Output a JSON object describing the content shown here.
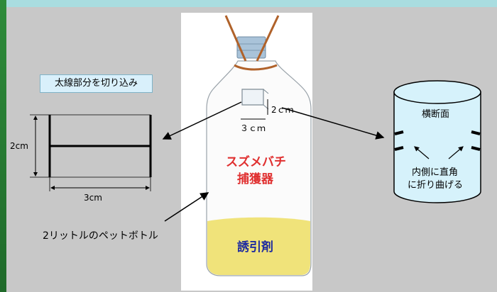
{
  "cut_label": "太線部分を切り込み",
  "dim_height": "2cm",
  "dim_width": "3cm",
  "bottle_dim_height": "2ｃｍ",
  "bottle_dim_width": "３ｃｍ",
  "trap_title_line1": "スズメバチ",
  "trap_title_line2": "捕獲器",
  "bait_label": "誘引剤",
  "bottle_caption": "2リットルのペットボトル",
  "cross_section_label": "横断面",
  "fold_line1": "内側に直角",
  "fold_line2": "に折り曲げる",
  "colors": {
    "trap_text": "#e03030",
    "bait": "#f0e37a",
    "cylinder": "#d6f2fb"
  }
}
